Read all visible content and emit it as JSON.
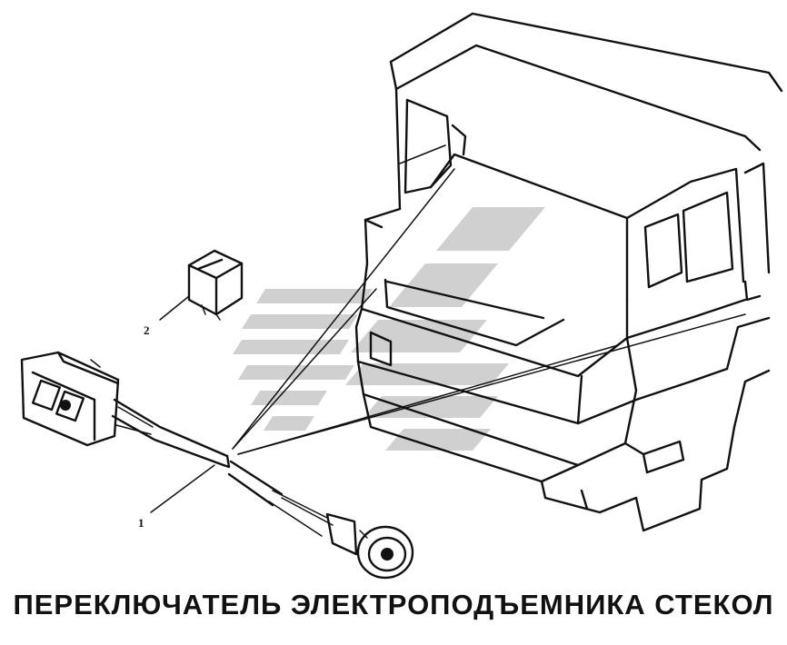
{
  "caption": "ПЕРЕКЛЮЧАТЕЛЬ ЭЛЕКТРОПОДЪЕМНИКА СТЕКОЛ",
  "callouts": [
    {
      "id": "1",
      "label": "1"
    },
    {
      "id": "2",
      "label": "2"
    }
  ],
  "watermark_color": "#c8c8c8"
}
